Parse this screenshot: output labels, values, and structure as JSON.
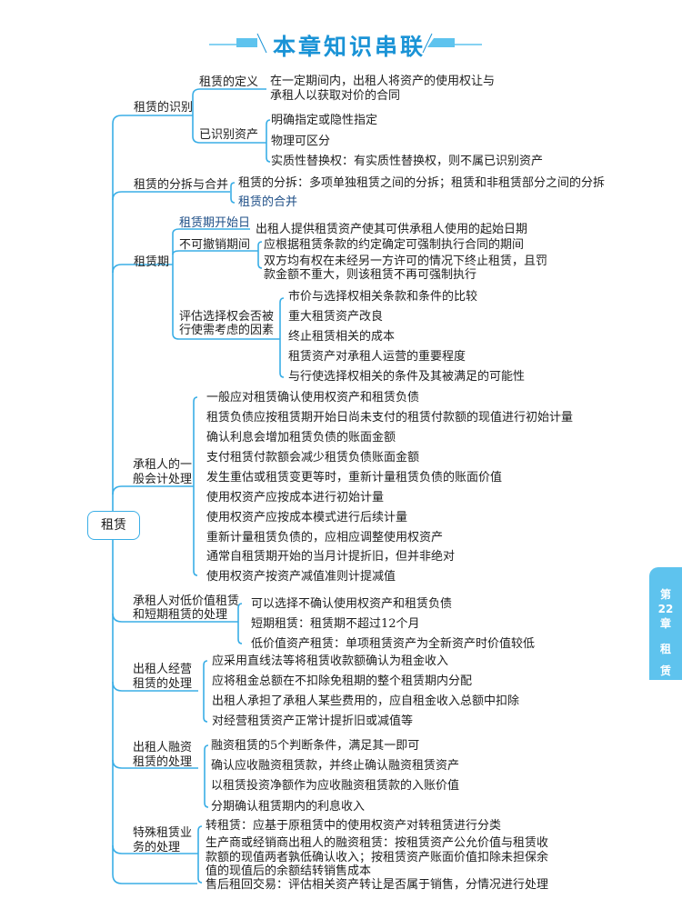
{
  "header": {
    "title": "本章知识串联"
  },
  "side_tab": {
    "lines": [
      "第",
      "22",
      "章",
      "租",
      "赁"
    ]
  },
  "root": {
    "label": "租赁"
  },
  "branches": [
    {
      "label": "租赁的识别",
      "children": [
        {
          "label": "租赁的定义",
          "items": [
            "在一定期间内，出租人将资产的使用权让与",
            "承租人以获取对价的合同"
          ]
        },
        {
          "label": "已识别资产",
          "items": [
            "明确指定或隐性指定",
            "物理可区分",
            "实质性替换权：有实质性替换权，则不属已识别资产"
          ]
        }
      ]
    },
    {
      "label": "租赁的分拆与合并",
      "items": [
        "租赁的分拆：多项单独租赁之间的分拆；租赁和非租赁部分之间的分拆",
        "租赁的合并"
      ]
    },
    {
      "label": "租赁期",
      "children": [
        {
          "label": "租赁期开始日",
          "items": [
            "出租人提供租赁资产使其可供承租人使用的起始日期"
          ]
        },
        {
          "label": "不可撤销期间",
          "items": [
            "应根据租赁条款的约定确定可强制执行合同的期间",
            "双方均有权在未经另一方许可的情况下终止租赁，且罚",
            "款金额不重大，则该租赁不再可强制执行"
          ]
        },
        {
          "label_lines": [
            "评估选择权会否被",
            "行使需考虑的因素"
          ],
          "items": [
            "市价与选择权相关条款和条件的比较",
            "重大租赁资产改良",
            "终止租赁相关的成本",
            "租赁资产对承租人运营的重要程度",
            "与行使选择权相关的条件及其被满足的可能性"
          ]
        }
      ]
    },
    {
      "label_lines": [
        "承租人的一",
        "般会计处理"
      ],
      "items": [
        "一般应对租赁确认使用权资产和租赁负债",
        "租赁负债应按租赁期开始日尚未支付的租赁付款额的现值进行初始计量",
        "确认利息会增加租赁负债的账面金额",
        "支付租赁付款额会减少租赁负债账面金额",
        "发生重估或租赁变更等时，重新计量租赁负债的账面价值",
        "使用权资产应按成本进行初始计量",
        "使用权资产应按成本模式进行后续计量",
        "重新计量租赁负债的，应相应调整使用权资产",
        "通常自租赁期开始的当月计提折旧，但并非绝对",
        "使用权资产按资产减值准则计提减值"
      ]
    },
    {
      "label_lines": [
        "承租人对低价值租赁",
        "和短期租赁的处理"
      ],
      "items": [
        "可以选择不确认使用权资产和租赁负债",
        "短期租赁：租赁期不超过12个月",
        "低价值资产租赁：单项租赁资产为全新资产时价值较低"
      ]
    },
    {
      "label_lines": [
        "出租人经营",
        "租赁的处理"
      ],
      "items": [
        "应采用直线法等将租赁收款额确认为租金收入",
        "应将租金总额在不扣除免租期的整个租赁期内分配",
        "出租人承担了承租人某些费用的，应自租金收入总额中扣除",
        "对经营租赁资产正常计提折旧或减值等"
      ]
    },
    {
      "label_lines": [
        "出租人融资",
        "租赁的处理"
      ],
      "items": [
        "融资租赁的5个判断条件，满足其一即可",
        "确认应收融资租赁款，并终止确认融资租赁资产",
        "以租赁投资净额作为应收融资租赁款的入账价值",
        "分期确认租赁期内的利息收入"
      ]
    },
    {
      "label_lines": [
        "特殊租赁业",
        "务的处理"
      ],
      "items": [
        "转租赁：应基于原租赁中的使用权资产对转租赁进行分类",
        "生产商或经销商出租人的融资租赁：按租赁资产公允价值与租赁收",
        "款额的现值两者孰低确认收入；按租赁资产账面价值扣除未担保余",
        "值的现值后的余额结转销售成本",
        "售后租回交易：评估相关资产转让是否属于销售，分情况进行处理"
      ]
    }
  ],
  "colors": {
    "line": "#3aaee6",
    "title": "#1a93d6",
    "tab": "#5ec3ee",
    "highlight": "#1f4f87"
  }
}
